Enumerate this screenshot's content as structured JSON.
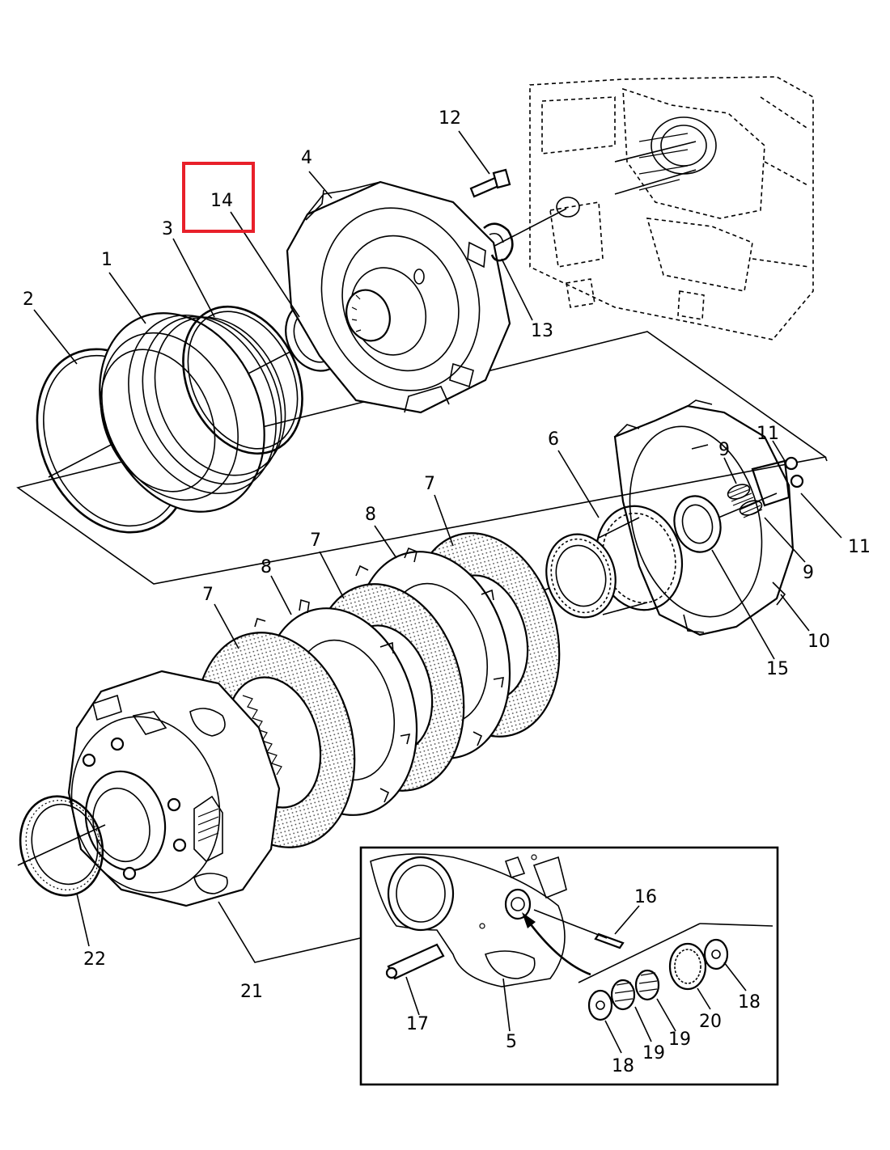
{
  "highlight_color": "#e8202a",
  "highlighted_part": "14",
  "callouts": {
    "p1": "1",
    "p2": "2",
    "p3": "3",
    "p4": "4",
    "p5": "5",
    "p6": "6",
    "p7a": "7",
    "p7b": "7",
    "p7c": "7",
    "p8a": "8",
    "p8b": "8",
    "p9a": "9",
    "p9b": "9",
    "p10": "10",
    "p11a": "11",
    "p11b": "11",
    "p12": "12",
    "p13": "13",
    "p14": "14",
    "p15": "15",
    "p16": "16",
    "p17": "17",
    "p18a": "18",
    "p18b": "18",
    "p19a": "19",
    "p19b": "19",
    "p20": "20",
    "p21": "21",
    "p22": "22"
  }
}
